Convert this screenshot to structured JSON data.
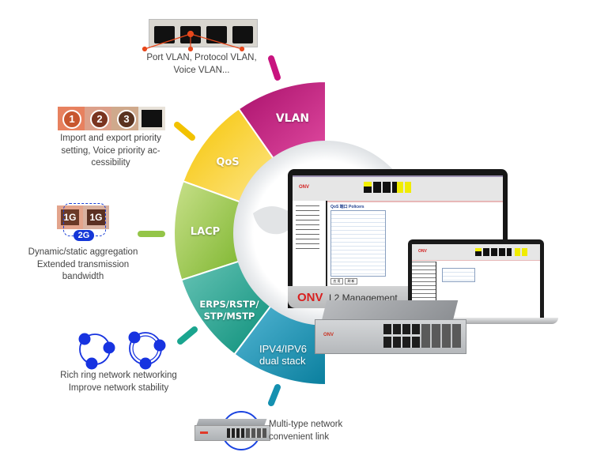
{
  "ring": {
    "segments": [
      {
        "id": "vlan",
        "label": "VLAN",
        "color": "#c8137f"
      },
      {
        "id": "qos",
        "label": "QoS",
        "color": "#f2b705"
      },
      {
        "id": "lacp",
        "label": "LACP",
        "color": "#8fc13e"
      },
      {
        "id": "erps",
        "label_line1": "ERPS/RSTP/",
        "label_line2": "STP/MSTP",
        "color": "#1aa58f"
      },
      {
        "id": "ip",
        "label_line1": "IPV4/IPV6",
        "label_line2": "dual stack",
        "color": "#0f8db0"
      }
    ]
  },
  "features": {
    "vlan": {
      "line1": "Port VLAN, Protocol VLAN,",
      "line2": "Voice VLAN..."
    },
    "qos": {
      "line1": "Import and export priority",
      "line2": "setting, Voice priority ac-",
      "line3": "cessibility",
      "badges": [
        "1",
        "2",
        "3"
      ]
    },
    "lacp": {
      "line1": "Dynamic/static aggregation",
      "line2": "Extended transmission",
      "line3": "bandwidth",
      "port_label": "1G",
      "aggregate_label": "2G"
    },
    "ring_net": {
      "line1": "Rich ring network networking",
      "line2": "Improve network stability"
    },
    "link": {
      "line1": "Multi-type network",
      "line2": "convenient link"
    }
  },
  "laptop": {
    "brand": "ONV",
    "product": "L2 Management",
    "screen_title": "QoS 端口 Policers",
    "buttons": [
      "应 用",
      "刷 新"
    ]
  }
}
